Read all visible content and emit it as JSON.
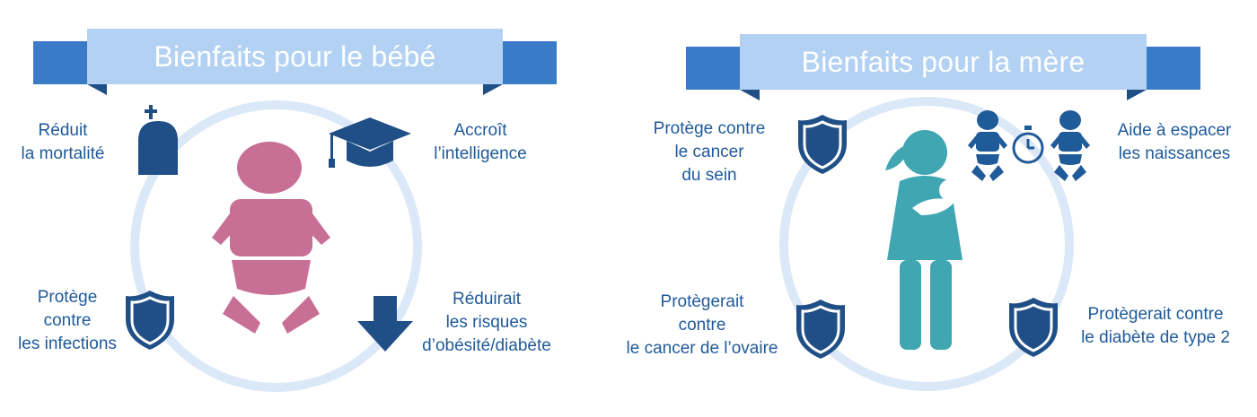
{
  "baby": {
    "title": "Bienfaits pour le bébé",
    "items": {
      "mortality": [
        "Réduit",
        "la mortalité"
      ],
      "intelligence": [
        "Accroît",
        "l’intelligence"
      ],
      "infections": [
        "Protège",
        "contre",
        "les infections"
      ],
      "obesity": [
        "Réduirait",
        "les risques",
        "d’obésité/diabète"
      ]
    },
    "icons": [
      "tombstone-icon",
      "graduation-cap-icon",
      "baby-icon",
      "shield-icon",
      "down-arrow-icon"
    ]
  },
  "mother": {
    "title": "Bienfaits pour la mère",
    "items": {
      "breast_cancer": [
        "Protège contre",
        "le cancer",
        "du sein"
      ],
      "spacing": [
        "Aide à espacer",
        "les naissances"
      ],
      "ovarian_cancer": [
        "Protègerait",
        "contre",
        "le cancer de l’ovaire"
      ],
      "diabetes": [
        "Protègerait contre",
        "le diabète de type 2"
      ]
    },
    "icons": [
      "mother-holding-baby-icon",
      "baby-icon",
      "stopwatch-icon",
      "shield-icon"
    ]
  },
  "colors": {
    "text": "#1f5a99",
    "banner_light": "#b3d1f2",
    "banner_dark": "#3a7bc7",
    "ring": "#dbe8f7",
    "baby_pink": "#c86f96",
    "mother_teal": "#3fa6b2",
    "icon_navy": "#1f4f86"
  }
}
